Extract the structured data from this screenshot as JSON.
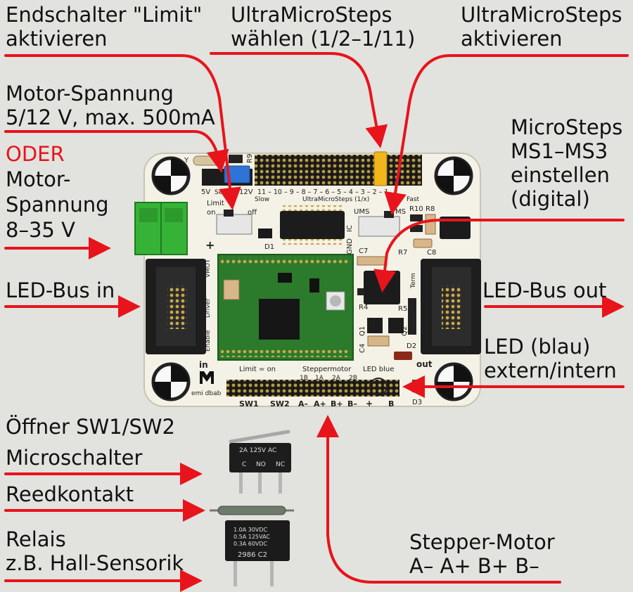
{
  "callouts": {
    "limit_line1": "Endschalter \"Limit\"",
    "limit_line2": "aktivieren",
    "ums_select_line1": "UltraMicroSteps",
    "ums_select_line2": "wählen (1/2–1/11)",
    "ums_enable_line1": "UltraMicroSteps",
    "ums_enable_line2": "aktivieren",
    "motor_v_line1": "Motor-Spannung",
    "motor_v_line2": "5/12 V, max. 500mA",
    "oder": "ODER",
    "motor_v2_line1": "Motor-",
    "motor_v2_line2": "Spannung",
    "motor_v2_line3": "8–35 V",
    "microsteps_line1": "MicroSteps",
    "microsteps_line2": "MS1–MS3",
    "microsteps_line3": "einstellen",
    "microsteps_line4": "(digital)",
    "ledbus_in": "LED-Bus in",
    "ledbus_out": "LED-Bus out",
    "led_line1": "LED (blau)",
    "led_line2": "extern/intern",
    "opener": "Öffner SW1/SW2",
    "microswitch": "Microschalter",
    "reed": "Reedkontakt",
    "relay_line1": "Relais",
    "relay_line2": "z.B. Hall-Sensorik",
    "stepper_line1": "Stepper-Motor",
    "stepper_line2": "A– A+ B+ B–"
  },
  "board": {
    "r9": "R9",
    "y": "Y",
    "v5": "5V",
    "select": "Select",
    "v12": "12V",
    "ums_numbers": "11 – 10 – 9 – 8 – 7 – 6 – 5 – 4 – 3 – 2 – 1",
    "slow": "Slow",
    "ums_title": "UltraMicroSteps  (1/x)",
    "fast": "Fast",
    "limit": "Limit",
    "on": "on",
    "off": "off",
    "plus": "+",
    "d1": "D1",
    "ic": "IC",
    "ums": "UMS",
    "ms": "MS",
    "r10": "R10",
    "r8": "R8",
    "gnd": "GND",
    "c7": "C7",
    "r7": "R7",
    "c8": "C8",
    "vmot": "VMOT",
    "driver": "Driver",
    "enable": "Enable",
    "term": "Term",
    "r4": "R4",
    "r5": "R5",
    "q1": "Q1",
    "q2": "Q2",
    "c4": "C4",
    "d2": "D2",
    "in": "in",
    "out": "out",
    "limit_on": "Limit  =  on",
    "steppermotor": "Steppermotor",
    "led_blue": "LED  blue",
    "pin_1b": "1B",
    "pin_1a": "1A",
    "pin_2a": "2A",
    "pin_2b": "2B",
    "sw1": "SW1",
    "sw2": "SW2",
    "pin_a_minus": "A–",
    "pin_a_plus": "A+",
    "pin_b_plus": "B+",
    "pin_b_minus": "B–",
    "pin_led_plus": "+",
    "pin_led_b": "B",
    "d3": "D3",
    "logo": "emi dbab"
  },
  "parts": {
    "microswitch_rating": "2A 125V AC",
    "microswitch_c": "C",
    "microswitch_no": "NO",
    "microswitch_nc": "NC",
    "relay_rating1": "1.0A  30VDC",
    "relay_rating2": "0.5A  125VAC",
    "relay_rating3": "0.3A  60VDC",
    "relay_code": "2986 C2"
  },
  "colors": {
    "arrow": "#e8141c",
    "pcb": "#f4f1e6",
    "driver_board": "#2c7a2c",
    "terminal": "#3cb83c",
    "background": "#e2e3de"
  }
}
